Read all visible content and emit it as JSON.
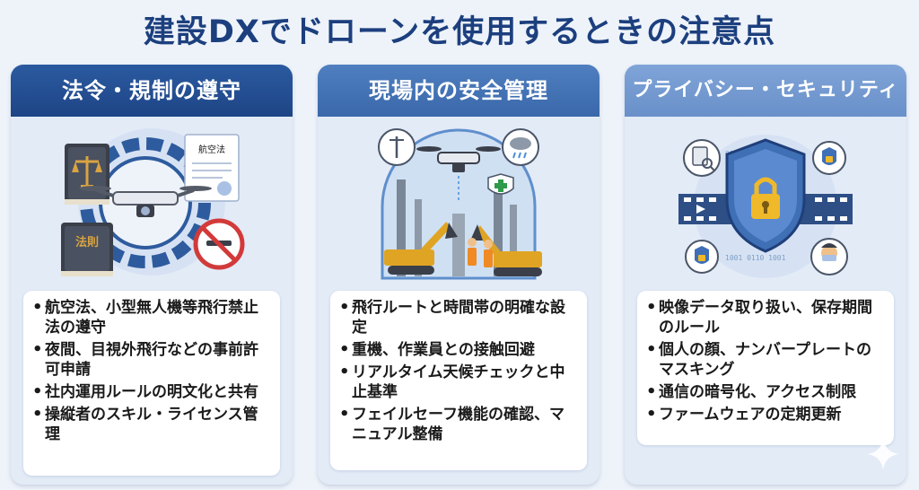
{
  "title": "建設DXでドローンを使用するときの注意点",
  "colors": {
    "title": "#1c3f7e",
    "header_1": "#1e4586",
    "header_2": "#3a68aa",
    "header_3": "#6990c9",
    "card_bg": "#e3ebf7",
    "page_bg": "#eef3fa"
  },
  "cards": [
    {
      "heading": "法令・規制の遵守",
      "illustration": {
        "icons": [
          "book-icon",
          "scales-icon",
          "gear-icon",
          "drone-icon",
          "document-icon",
          "no-drone-icon"
        ],
        "book_label": "法則",
        "doc_label": "航空法"
      },
      "items": [
        "航空法、小型無人機等飛行禁止法の遵守",
        "夜間、目視外飛行などの事前許可申請",
        "社内運用ルールの明文化と共有",
        "操縦者のスキル・ライセンス管理"
      ]
    },
    {
      "heading": "現場内の安全管理",
      "illustration": {
        "icons": [
          "drone-icon",
          "antenna-icon",
          "cloud-rain-icon",
          "crane-icon",
          "excavator-icon",
          "worker-icon",
          "safety-cross-icon"
        ]
      },
      "items": [
        "飛行ルートと時間帯の明確な設定",
        "重機、作業員との接触回避",
        "リアルタイム天候チェックと中止基準",
        "フェイルセーフ機能の確認、マニュアル整備"
      ]
    },
    {
      "heading": "プライバシー・セキュリティ",
      "illustration": {
        "icons": [
          "shield-lock-icon",
          "film-strip-icon",
          "document-search-icon",
          "lock-icon",
          "masked-person-icon",
          "binary-data-icon"
        ]
      },
      "items": [
        "映像データ取り扱い、保存期間のルール",
        "個人の顔、ナンバープレートのマスキング",
        "通信の暗号化、アクセス制限",
        "ファームウェアの定期更新"
      ]
    }
  ]
}
